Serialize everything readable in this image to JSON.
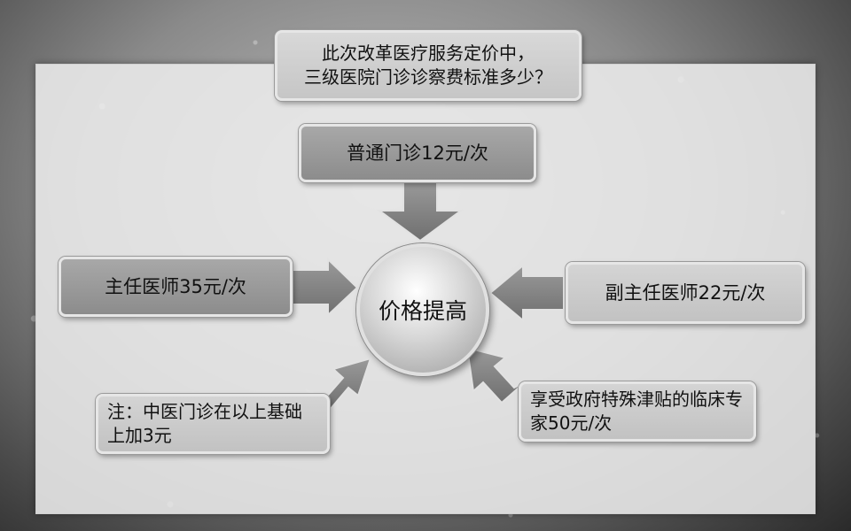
{
  "title": {
    "line1": "此次改革医疗服务定价中，",
    "line2": "三级医院门诊诊察费标准多少？"
  },
  "center": {
    "label": "价格提高"
  },
  "items": {
    "top": "普通门诊12元/次",
    "left": "主任医师35元/次",
    "right": "副主任医师22元/次",
    "bottom_left": "注：中医门诊在以上基础上加3元",
    "bottom_right": "享受政府特殊津贴的临床专家50元/次"
  }
}
